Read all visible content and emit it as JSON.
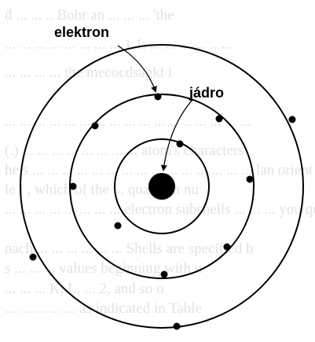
{
  "labels": {
    "electron": "elektron",
    "nucleus": "jádro"
  },
  "background_text_lines": [
    "d ... ... .. Bohr an ... ... ... 'the",
    "... ... ... ... ... ... ... ... 1 1. ... ... ... ... .. ...",
    "... ... ... ... the mecocdsagkt i",
    "... ... ... ... ... ... ... ... ... ... ... ... .. ... ... ... ...",
    "(.) ... ... ... ... ... ... ... ... atom's characters",
    "he s ... ... ... ... ... ... ... ... ... ... ... ... ... ... ... lan orient",
    "le l , which of the ... quantum nu",
    "... ... ... ... ... ... ... ... electron subshells ... ... ... you quar",
    "nach ... ... ... ... ... ... Shells are specified b",
    "s ... ... ... values beginning with u",
    "... ... ... K, L, ... 2, and so o",
    "... ... ... ... ... as indicated in Table"
  ],
  "colors": {
    "ink": "#000000",
    "ghost_text": "#9a9a9a",
    "background": "#ffffff"
  }
}
